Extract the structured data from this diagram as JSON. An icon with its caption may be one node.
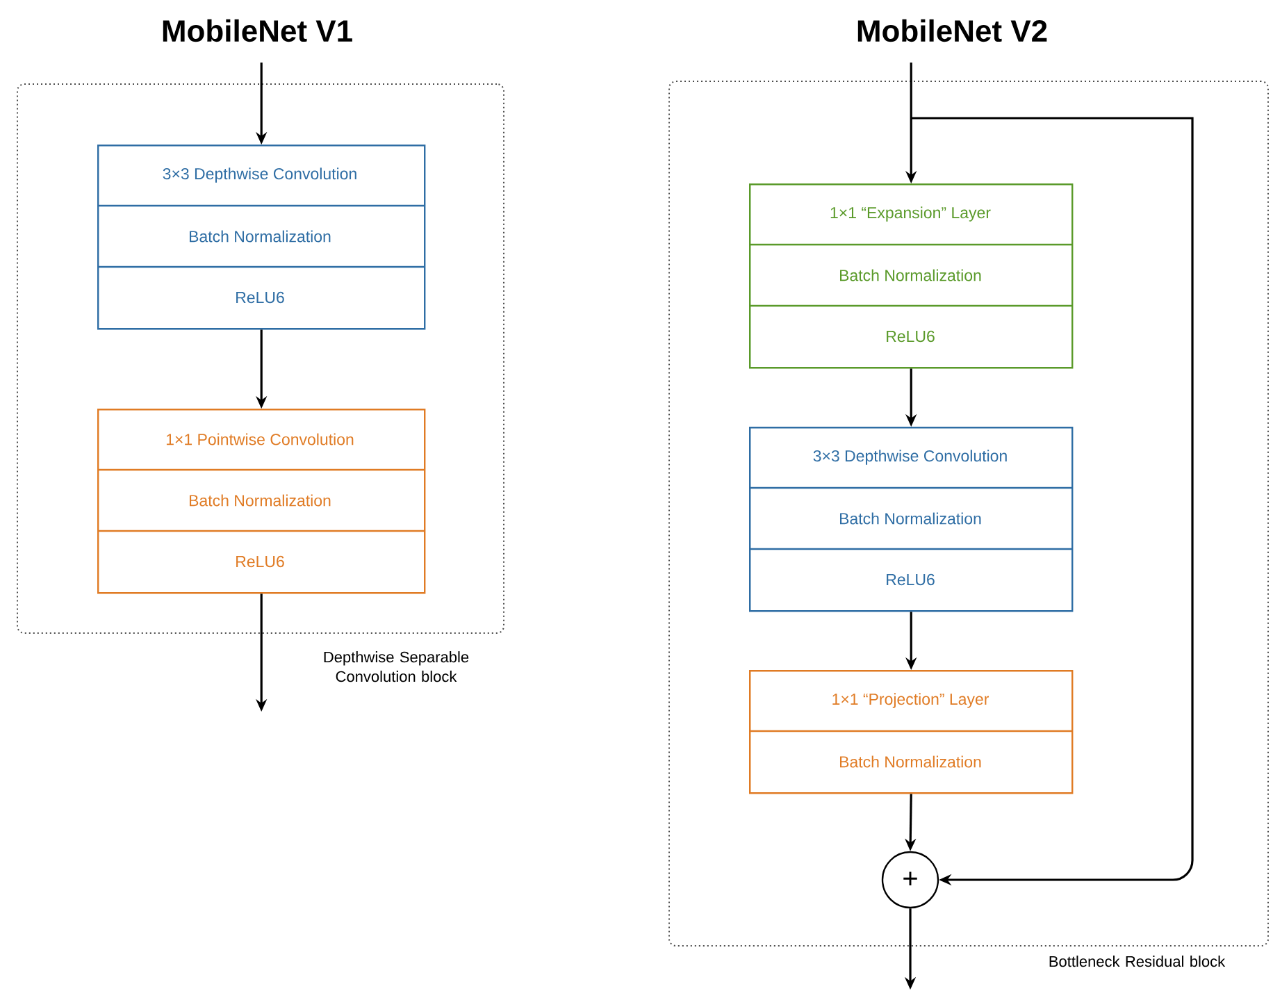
{
  "diagram": {
    "nodes": [
      {
        "text": [
          "Depthwise Separable Convolution block"
        ]
      },
      {
        "text": [
          "3×3 Depthwise Convolution",
          "Batch Normalization",
          "ReLU6"
        ],
        "in": 0
      },
      {
        "text": [
          "1×1 Pointwise Convolution",
          "Batch Normalization",
          "ReLU6"
        ],
        "in": 0
      },
      {
        "text": [
          "Bottleneck Residual block"
        ]
      },
      {
        "text": [
          "1×1 “Expansion” Layer",
          "Batch Normalization",
          "ReLU6"
        ],
        "in": 3
      },
      {
        "text": [
          "3×3 Depthwise Convolution",
          "Batch Normalization",
          "ReLU6"
        ],
        "in": 3
      },
      {
        "text": [
          "1×1 “Projection” Layer",
          "Batch Normalization"
        ],
        "in": 3
      },
      {
        "text": [
          "+"
        ],
        "in": 3
      }
    ],
    "edges": [
      {
        "from": null,
        "to": 1,
        "arrow": "to"
      },
      {
        "from": 1,
        "to": 2,
        "arrow": "to"
      },
      {
        "from": 2,
        "to": null,
        "arrow": "to"
      },
      {
        "from": null,
        "to": 4,
        "arrow": "to"
      },
      {
        "from": 4,
        "to": 5,
        "arrow": "to"
      },
      {
        "from": 5,
        "to": 6,
        "arrow": "to"
      },
      {
        "from": 6,
        "to": 7,
        "arrow": "to"
      },
      {
        "from": null,
        "to": 7,
        "arrow": "to"
      },
      {
        "from": 7,
        "to": null,
        "arrow": "to"
      }
    ],
    "labels": [
      "MobileNet V1",
      "MobileNet V2"
    ]
  }
}
